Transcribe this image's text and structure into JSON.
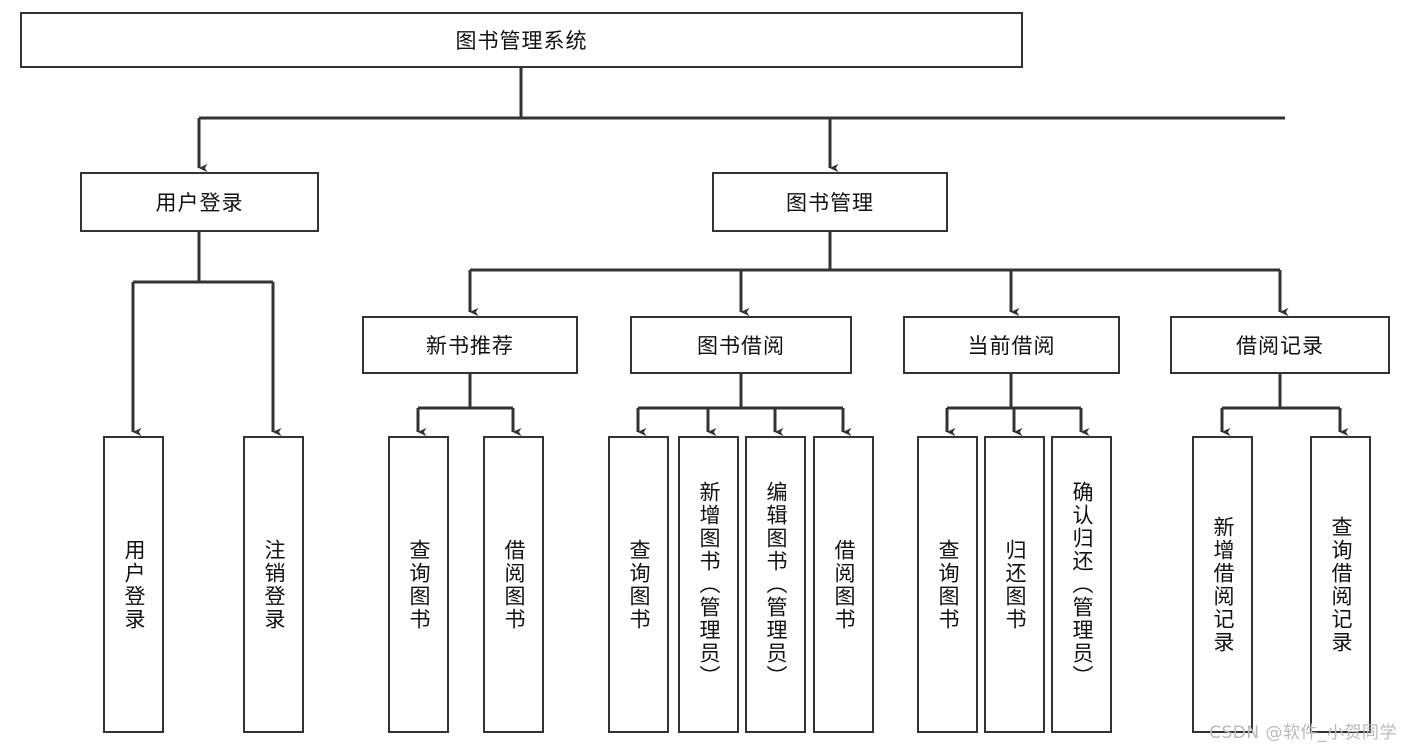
{
  "diagram": {
    "title_node": {
      "label": "图书管理系统"
    },
    "level2": [
      {
        "id": "user-login",
        "label": "用户登录"
      },
      {
        "id": "book-management",
        "label": "图书管理"
      }
    ],
    "level3": [
      {
        "id": "new-book-recommend",
        "label": "新书推荐"
      },
      {
        "id": "book-borrow",
        "label": "图书借阅"
      },
      {
        "id": "current-borrow",
        "label": "当前借阅"
      },
      {
        "id": "borrow-record",
        "label": "借阅记录"
      }
    ],
    "leaves": [
      {
        "id": "user-login-leaf",
        "label": "用户登录",
        "parent": "user-login"
      },
      {
        "id": "user-logout-leaf",
        "label": "注销登录",
        "parent": "user-login"
      },
      {
        "id": "query-book-recommend",
        "label": "查询图书",
        "parent": "new-book-recommend"
      },
      {
        "id": "borrow-book-recommend",
        "label": "借阅图书",
        "parent": "new-book-recommend"
      },
      {
        "id": "query-book-borrow",
        "label": "查询图书",
        "parent": "book-borrow"
      },
      {
        "id": "add-book-admin",
        "label": "新增图书（管理员）",
        "parent": "book-borrow"
      },
      {
        "id": "edit-book-admin",
        "label": "编辑图书（管理员）",
        "parent": "book-borrow"
      },
      {
        "id": "borrow-book",
        "label": "借阅图书",
        "parent": "book-borrow"
      },
      {
        "id": "query-book-current",
        "label": "查询图书",
        "parent": "current-borrow"
      },
      {
        "id": "return-book",
        "label": "归还图书",
        "parent": "current-borrow"
      },
      {
        "id": "confirm-return-admin",
        "label": "确认归还（管理员）",
        "parent": "current-borrow"
      },
      {
        "id": "add-borrow-record",
        "label": "新增借阅记录",
        "parent": "borrow-record"
      },
      {
        "id": "query-borrow-record",
        "label": "查询借阅记录",
        "parent": "borrow-record"
      }
    ],
    "watermark": "CSDN @软件_小贺同学",
    "colors": {
      "stroke": "#333333",
      "fill": "#ffffff",
      "text": "#111111",
      "watermark": "#b9b9b9"
    }
  }
}
